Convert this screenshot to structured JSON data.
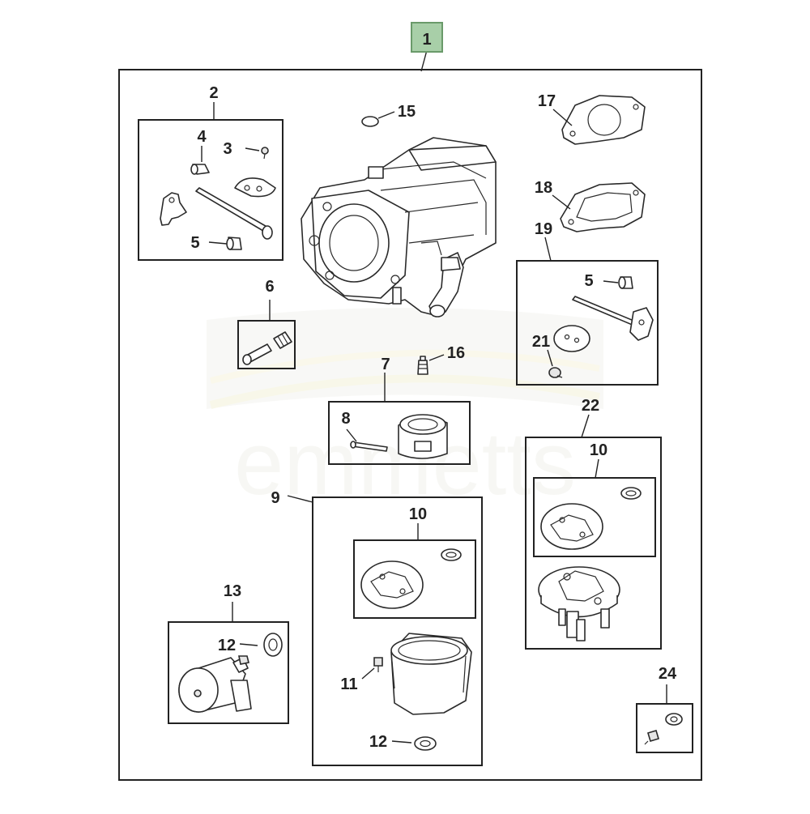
{
  "diagram": {
    "type": "exploded-parts-diagram",
    "colors": {
      "main_callout_fill": "#a8cfa8",
      "main_callout_stroke": "#6a9a6a",
      "line": "#222222"
    },
    "callouts": {
      "c1": "1",
      "c2": "2",
      "c3": "3",
      "c4": "4",
      "c5a": "5",
      "c5b": "5",
      "c6": "6",
      "c7": "7",
      "c8": "8",
      "c9": "9",
      "c10a": "10",
      "c10b": "10",
      "c11": "11",
      "c12a": "12",
      "c12b": "12",
      "c13": "13",
      "c15": "15",
      "c16": "16",
      "c17": "17",
      "c18": "18",
      "c19": "19",
      "c21": "21",
      "c22": "22",
      "c24": "24"
    },
    "watermark": "emmetts"
  }
}
